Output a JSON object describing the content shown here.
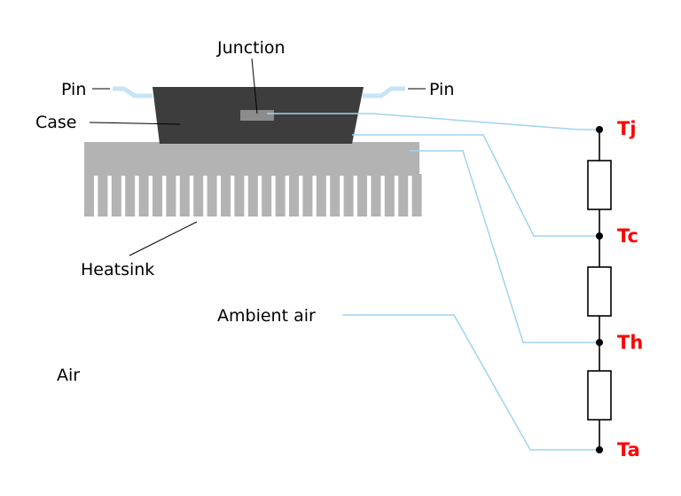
{
  "labels": {
    "junction": "Junction",
    "pin_left": "Pin",
    "pin_right": "Pin",
    "case": "Case",
    "heatsink": "Heatsink",
    "ambient_air": "Ambient air",
    "air": "Air"
  },
  "nodes": {
    "tj": "Tj",
    "tc": "Tc",
    "th": "Th",
    "ta": "Ta"
  },
  "colors": {
    "case": "#3d3d3d",
    "junction": "#8c8c8c",
    "heatsink": "#b3b3b3",
    "pin": "#c6e4f6",
    "leader": "#9fd3f0",
    "node_label": "#ff0000",
    "circuit": "#000000"
  }
}
